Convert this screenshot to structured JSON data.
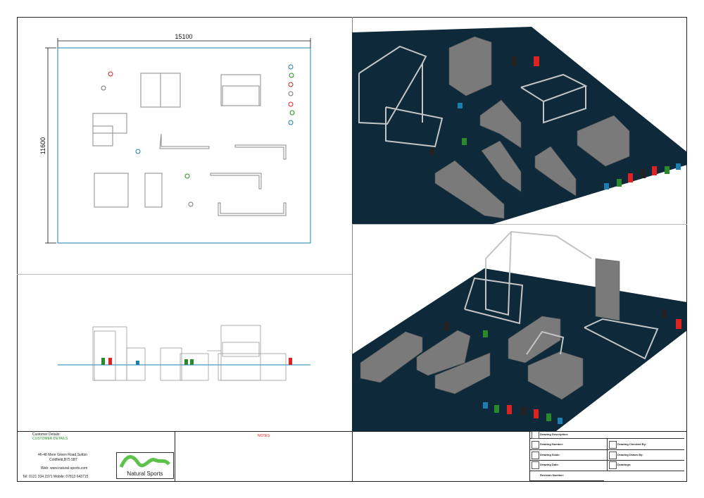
{
  "plan": {
    "width_label": "15100",
    "height_label": "11600"
  },
  "title_block": {
    "customer_heading": "Customer Details:",
    "customer_value": "CUSTOMER DETAILS",
    "address_line1": "46-48 Mere Green Road,Sutton",
    "address_line2": "Coldfield,B75 5BT",
    "web": "Web: www.natural-sports.com",
    "phone": "Tel: 0121 334 2371  Mobile: 07813 643715",
    "notes_label": "NOTES",
    "logo_text": "Natural Sports",
    "fields": {
      "description": "Drawing Description:",
      "number": "Drawing Number:",
      "scale": "Drawing Scale:",
      "date": "Drawing Date:",
      "revision": "Revision Number:",
      "checked_by": "Drawing Checked By:",
      "drawn_by": "Drawing Drawn By:",
      "drawings": "Drawings:"
    }
  },
  "colors": {
    "floor": "#0e2a3a",
    "plan_border": "#1a7fb0",
    "accent_green": "#2a8a2a",
    "accent_red": "#d22020",
    "wall_grey": "#7a7a7a"
  }
}
